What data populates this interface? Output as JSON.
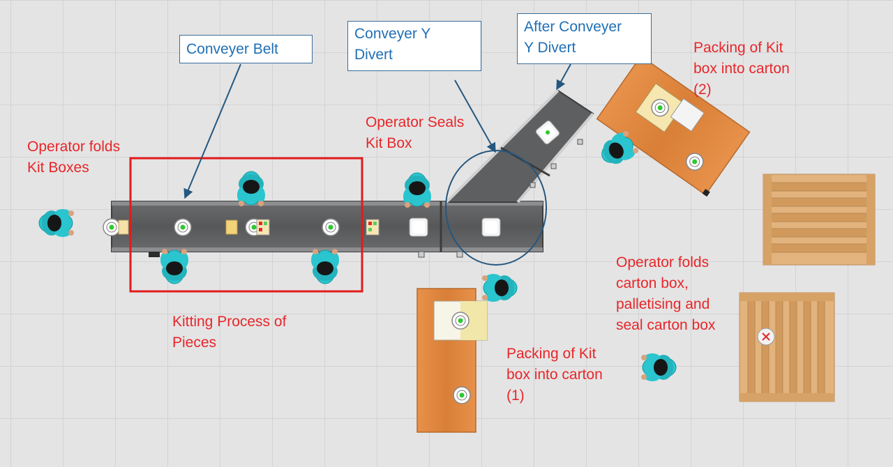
{
  "colors": {
    "background": "#e4e4e4",
    "grid": "#cfcfcf",
    "conveyor": "#5b5c5e",
    "operator": "#29c3cd",
    "table": "#e08a44",
    "pallet": "#e3b37e",
    "annotation_red": "#e8262a",
    "label_blue": "#1f6fb5",
    "highlight_box": "#e31b1b",
    "circle": "#24577f"
  },
  "labels": {
    "conveyer_belt": "Conveyer Belt",
    "conveyer_y_divert": [
      "Conveyer Y",
      "Divert"
    ],
    "after_conveyer_y_divert": [
      "After Conveyer",
      "Y Divert"
    ]
  },
  "annotations": {
    "operator_folds_kit_boxes": [
      "Operator folds",
      "Kit Boxes"
    ],
    "operator_seals_kit_box": [
      "Operator Seals",
      "Kit Box"
    ],
    "packing_kit_box_2": [
      "Packing of Kit",
      "box into carton",
      "(2)"
    ],
    "packing_kit_box_1": [
      "Packing of Kit",
      "box into carton",
      "(1)"
    ],
    "kitting_process": [
      "Kitting Process of",
      "Pieces"
    ],
    "operator_folds_carton": [
      "Operator folds",
      "carton box,",
      "palletising and",
      "seal carton box"
    ]
  },
  "icons": [
    "operator-figure",
    "conveyor-belt",
    "work-table",
    "wooden-pallet",
    "kit-box",
    "station-marker",
    "pallet-marker-x"
  ]
}
